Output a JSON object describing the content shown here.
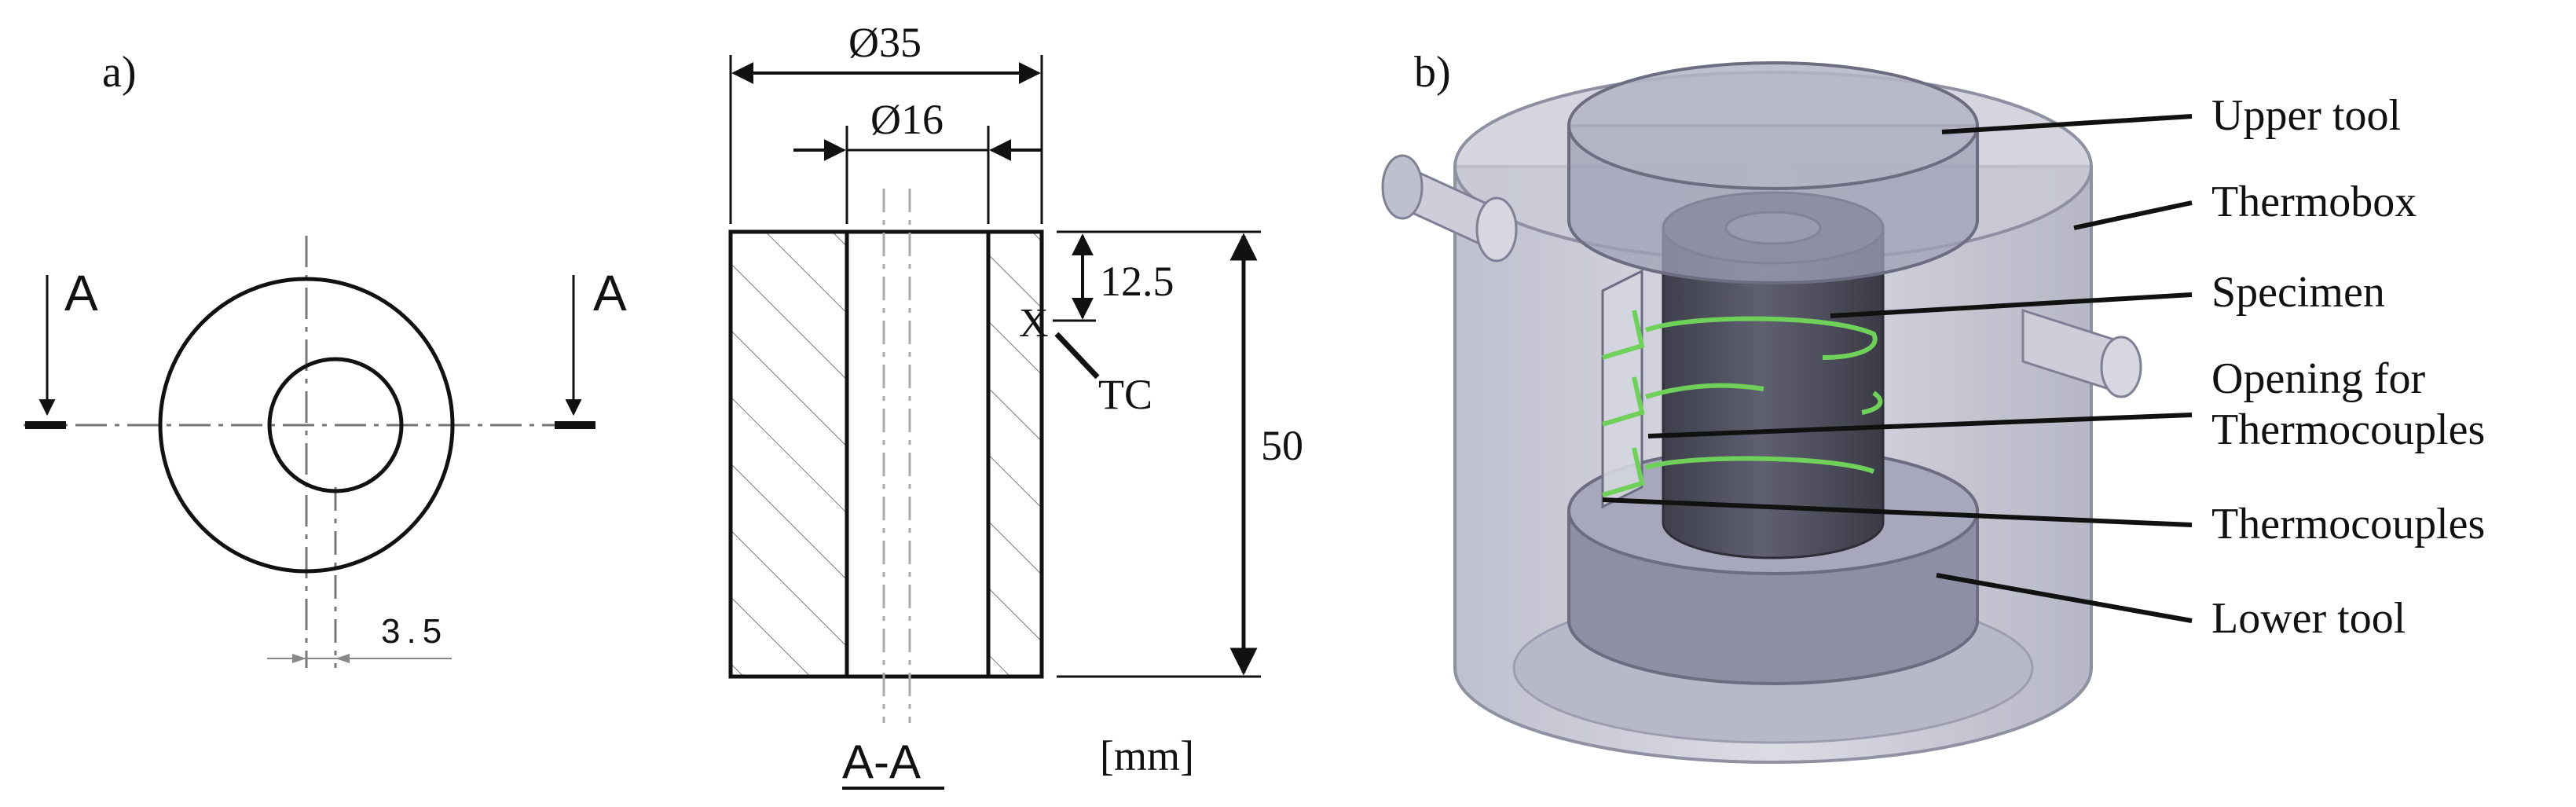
{
  "panel_a": {
    "label": "a)",
    "plan_view": {
      "section_mark_left": "A",
      "section_mark_right": "A",
      "offset_dim": "3.5"
    },
    "section_view": {
      "outer_diameter": "Ø35",
      "inner_diameter": "Ø16",
      "tc_depth": "12.5",
      "tc_marker": "X",
      "tc_label": "TC",
      "height": "50",
      "section_label": "A-A",
      "units": "[mm]"
    }
  },
  "panel_b": {
    "label": "b)",
    "callouts": {
      "upper_tool": "Upper tool",
      "thermobox": "Thermobox",
      "specimen": "Specimen",
      "opening_line1": "Opening for",
      "opening_line2": "Thermocouples",
      "thermocouples": "Thermocouples",
      "lower_tool": "Lower tool"
    }
  },
  "colors": {
    "line": "#111111",
    "thermobox_fill": "#c9cad6",
    "tool_fill": "#8c8da3",
    "specimen_fill": "#4e4f5c",
    "thermocouple": "#6fd05a"
  }
}
